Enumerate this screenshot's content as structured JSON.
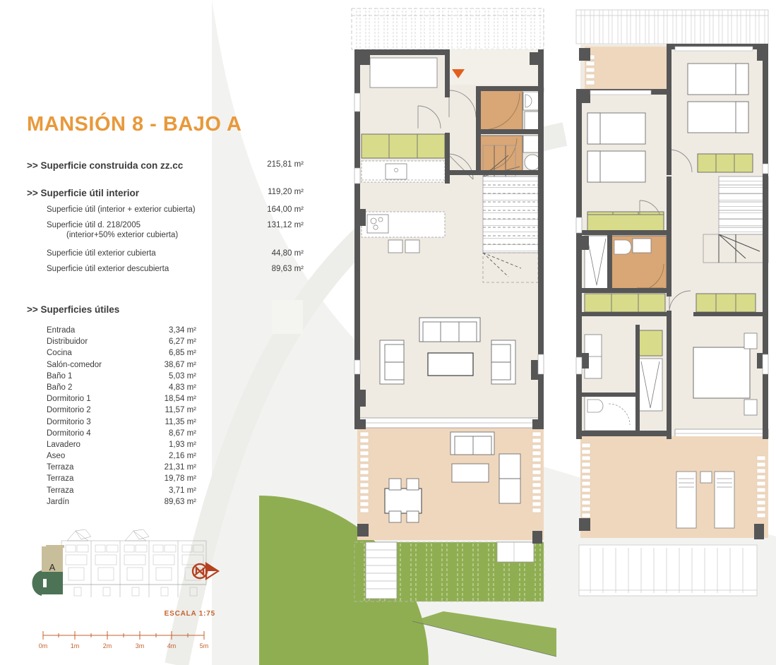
{
  "document": {
    "title": "MANSIÓN 8 - BAJO A",
    "title_color": "#E8993B"
  },
  "summary": {
    "built_area": {
      "label": ">> Superficie construida con zz.cc",
      "value": "215,81 m²"
    },
    "interior_usable": {
      "label": ">> Superficie útil interior",
      "value": "119,20 m²"
    },
    "usable_int_ext": {
      "label": "Superficie útil (interior + exterior cubierta)",
      "value": "164,00 m²"
    },
    "usable_decree": {
      "label": "Superficie útil  d. 218/2005",
      "value": "131,12 m²",
      "note": "(interior+50% exterior cubierta)"
    },
    "ext_covered": {
      "label": "Superficie útil exterior cubierta",
      "value": "44,80 m²"
    },
    "ext_uncovered": {
      "label": "Superficie útil exterior descubierta",
      "value": "89,63 m²"
    }
  },
  "rooms_section": {
    "title": ">> Superficies útiles",
    "items": [
      {
        "name": "Entrada",
        "area": "3,34 m²"
      },
      {
        "name": "Distribuidor",
        "area": "6,27 m²"
      },
      {
        "name": "Cocina",
        "area": "6,85 m²"
      },
      {
        "name": "Salón-comedor",
        "area": "38,67 m²"
      },
      {
        "name": "Baño 1",
        "area": "5,03 m²"
      },
      {
        "name": "Baño 2",
        "area": "4,83 m²"
      },
      {
        "name": "Dormitorio 1",
        "area": "18,54 m²"
      },
      {
        "name": "Dormitorio 2",
        "area": "11,57 m²"
      },
      {
        "name": "Dormitorio 3",
        "area": "11,35 m²"
      },
      {
        "name": "Dormitorio 4",
        "area": "8,67 m²"
      },
      {
        "name": "Lavadero",
        "area": "1,93 m²"
      },
      {
        "name": "Aseo",
        "area": "2,16 m²"
      },
      {
        "name": "Terraza",
        "area": "21,31 m²"
      },
      {
        "name": "Terraza",
        "area": "19,78 m²"
      },
      {
        "name": "Terraza",
        "area": "3,71 m²"
      },
      {
        "name": "Jardín",
        "area": "89,63 m²"
      }
    ]
  },
  "keyplan": {
    "unit_label": "A",
    "north_icon": "north-arrow-icon"
  },
  "scale": {
    "label": "ESCALA 1:75",
    "ticks": [
      "0m",
      "1m",
      "2m",
      "3m",
      "4m",
      "5m"
    ]
  },
  "palette": {
    "title_orange": "#E8993B",
    "scale_orange": "#C4622C",
    "wall_dark": "#565656",
    "floor_interior": "#EFEBE3",
    "terrace_peach": "#EFD7BE",
    "bath_tan": "#D9A676",
    "cabinet_olive": "#D8DC8A",
    "garden_green": "#8FAE51",
    "keyplan_tan": "#C9BE9A",
    "keyplan_green": "#4C7355",
    "entry_marker": "#E2601C"
  }
}
